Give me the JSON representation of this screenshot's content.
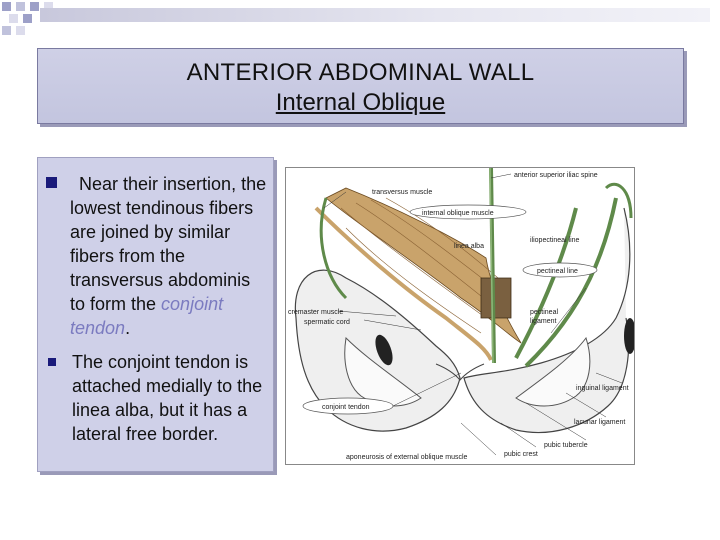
{
  "slide": {
    "title": "ANTERIOR ABDOMINAL WALL",
    "subtitle": "Internal Oblique"
  },
  "bullets": [
    {
      "text_before": "Near their insertion, the lowest tendinous fibers are joined by similar fibers from the transversus abdominis to form the ",
      "highlight": "conjoint tendon",
      "text_after": "."
    },
    {
      "text": "The conjoint tendon is attached medially to the linea alba, but it has a lateral free border."
    }
  ],
  "figure": {
    "labels": {
      "transversus": "transversus muscle",
      "internal_oblique": "internal oblique muscle",
      "linea_alba": "linea alba",
      "asis": "anterior superior iliac spine",
      "iliopectineal": "iliopectineal line",
      "pectineal_line": "pectineal line",
      "pectineal_lig_1": "pectineal",
      "pectineal_lig_2": "ligament",
      "cremaster": "cremaster muscle",
      "spermatic": "spermatic cord",
      "conjoint": "conjoint tendon",
      "inguinal": "inguinal ligament",
      "lacunar": "lacunar ligament",
      "pubic_tubercle": "pubic tubercle",
      "pubic_crest": "pubic crest",
      "aponeurosis": "aponeurosis of external oblique muscle"
    }
  },
  "colors": {
    "bullet": "#1a1a7a",
    "highlight": "#7b7bc0",
    "muscle": "#c9a36b",
    "ligament": "#5f8a4a"
  }
}
